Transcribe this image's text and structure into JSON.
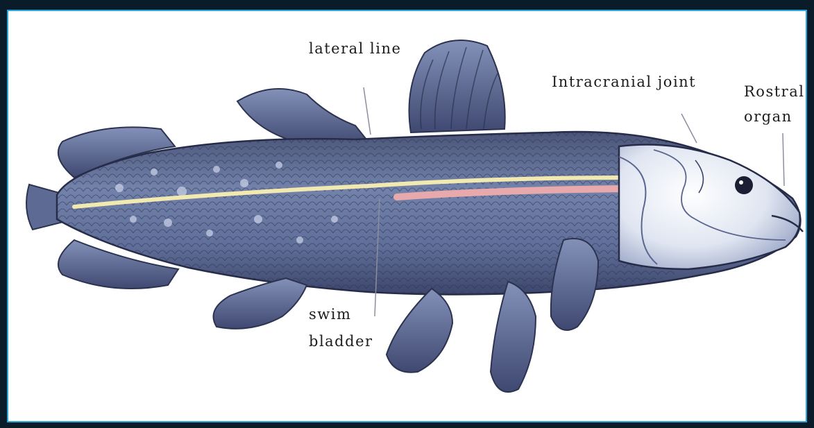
{
  "labels": {
    "lateral_line": "lateral line",
    "intracranial_joint": "Intracranial joint",
    "rostral_organ_line1": "Rostral",
    "rostral_organ_line2": "organ",
    "swim_bladder_line1": "swim",
    "swim_bladder_line2": "bladder"
  },
  "colors": {
    "frame": "#0a1c2a",
    "accent_border": "#28a7de",
    "fish_body": "#6f7fa6",
    "fish_dark": "#3c456a",
    "lateral_stripe": "#f2e9b0",
    "swim_bladder_stripe": "#e8a9ac",
    "head_light": "#e9eef7"
  }
}
